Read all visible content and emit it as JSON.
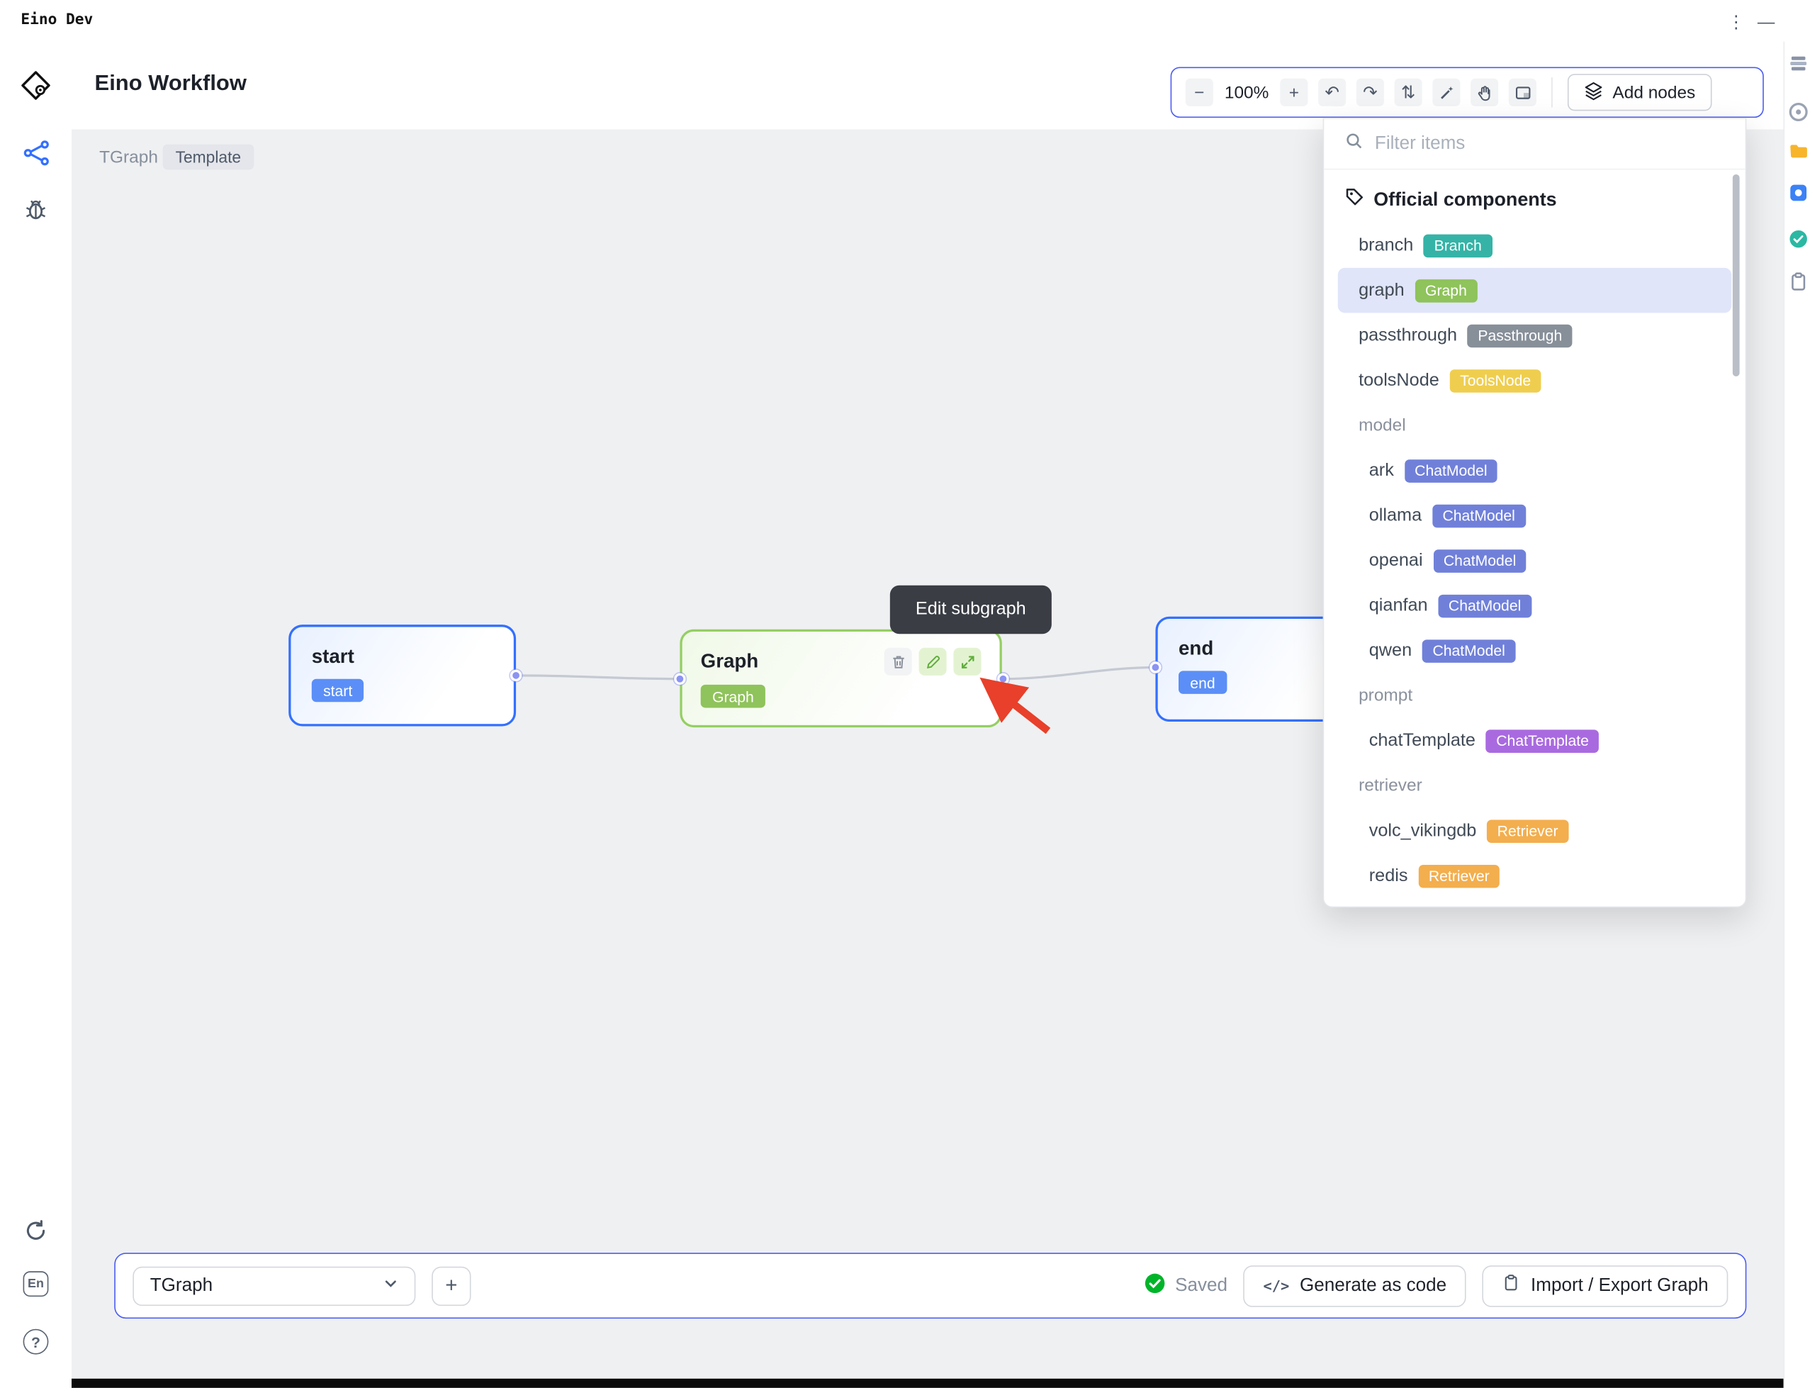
{
  "window": {
    "title": "Eino Dev"
  },
  "icons": {
    "kebab": "⋮",
    "minimize": "—",
    "zoom_out": "−",
    "zoom_in": "+",
    "undo": "↶",
    "redo": "↷",
    "layout": "⇅",
    "plus": "+",
    "code": "</>",
    "help": "?"
  },
  "sidebar": {
    "language_label": "En"
  },
  "header": {
    "title": "Eino Workflow",
    "breadcrumb": "TGraph",
    "template_badge": "Template"
  },
  "toolbar": {
    "zoom_level": "100%",
    "add_nodes_label": "Add nodes"
  },
  "panel": {
    "search_placeholder": "Filter items",
    "section_header": "Official components",
    "rows": [
      {
        "type": "item",
        "name": "branch",
        "badge": "Branch",
        "badge_color": "#35b3a7"
      },
      {
        "type": "item",
        "name": "graph",
        "badge": "Graph",
        "badge_color": "#8fc35b",
        "selected": true
      },
      {
        "type": "item",
        "name": "passthrough",
        "badge": "Passthrough",
        "badge_color": "#878f99"
      },
      {
        "type": "item",
        "name": "toolsNode",
        "badge": "ToolsNode",
        "badge_color": "#efce4f"
      },
      {
        "type": "label",
        "text": "model"
      },
      {
        "type": "item",
        "name": "ark",
        "badge": "ChatModel",
        "badge_color": "#7080d9"
      },
      {
        "type": "item",
        "name": "ollama",
        "badge": "ChatModel",
        "badge_color": "#7080d9"
      },
      {
        "type": "item",
        "name": "openai",
        "badge": "ChatModel",
        "badge_color": "#7080d9"
      },
      {
        "type": "item",
        "name": "qianfan",
        "badge": "ChatModel",
        "badge_color": "#7080d9"
      },
      {
        "type": "item",
        "name": "qwen",
        "badge": "ChatModel",
        "badge_color": "#7080d9"
      },
      {
        "type": "label",
        "text": "prompt"
      },
      {
        "type": "item",
        "name": "chatTemplate",
        "badge": "ChatTemplate",
        "badge_color": "#a96ae0"
      },
      {
        "type": "label",
        "text": "retriever"
      },
      {
        "type": "item",
        "name": "volc_vikingdb",
        "badge": "Retriever",
        "badge_color": "#f3ae4e"
      },
      {
        "type": "item",
        "name": "redis",
        "badge": "Retriever",
        "badge_color": "#f3ae4e"
      }
    ]
  },
  "canvas": {
    "tooltip": "Edit subgraph",
    "nodes": [
      {
        "title": "start",
        "badge": "start",
        "badge_color": "#5b8ff7"
      },
      {
        "title": "Graph",
        "badge": "Graph",
        "badge_color": "#8fc35b"
      },
      {
        "title": "end",
        "badge": "end",
        "badge_color": "#5b8ff7"
      }
    ]
  },
  "bottom_bar": {
    "graph_select_value": "TGraph",
    "saved_label": "Saved",
    "generate_code_label": "Generate as code",
    "import_export_label": "Import / Export Graph"
  },
  "colors": {
    "accent_blue": "#3370ff",
    "toolbar_border": "#4d5ef1",
    "node_green_border": "#94cf62",
    "panel_selected_row": "#e0e5fa",
    "canvas_bg": "#eff0f2",
    "tooltip_bg": "#3a3d44",
    "arrow_red": "#e8402a",
    "saved_check_green": "#00b42a"
  }
}
